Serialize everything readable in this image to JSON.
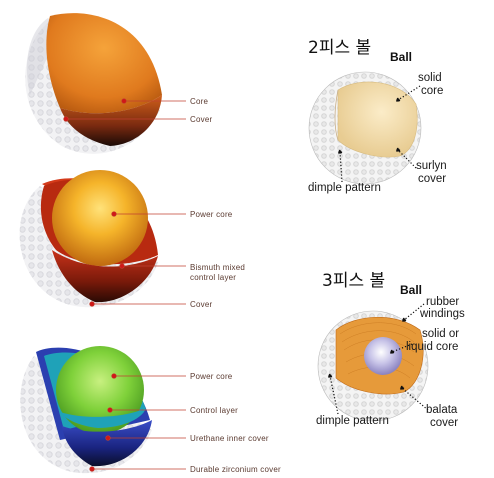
{
  "two_piece": {
    "title": "2피스 볼",
    "ball_word": "Ball",
    "solid_core_1": "solid",
    "solid_core_2": "core",
    "surlyn_1": "surlyn",
    "surlyn_2": "cover",
    "dimple": "dimple pattern"
  },
  "three_piece": {
    "title": "3피스 볼",
    "ball_word": "Ball",
    "rubber_1": "rubber",
    "rubber_2": "windings",
    "liquid_1": "solid or",
    "liquid_2": "liquid core",
    "balata_1": "balata",
    "balata_2": "cover",
    "dimple": "dimple pattern"
  },
  "left_ball_1": {
    "core": "Core",
    "cover": "Cover"
  },
  "left_ball_2": {
    "power_core": "Power core",
    "bismuth_1": "Bismuth mixed",
    "bismuth_2": "control layer",
    "cover": "Cover"
  },
  "left_ball_3": {
    "power_core": "Power core",
    "control": "Control layer",
    "urethane": "Urethane inner cover",
    "durable": "Durable zirconium cover"
  },
  "colors": {
    "core_orange": "#e07a1e",
    "power_gold": "#f0a020",
    "bismuth_red": "#b82a10",
    "green_core": "#7fd13a",
    "teal_layer": "#1fa2b8",
    "blue_layer": "#2b3fb0",
    "label_text": "#5a3a30",
    "pointer_red": "#d01818"
  }
}
